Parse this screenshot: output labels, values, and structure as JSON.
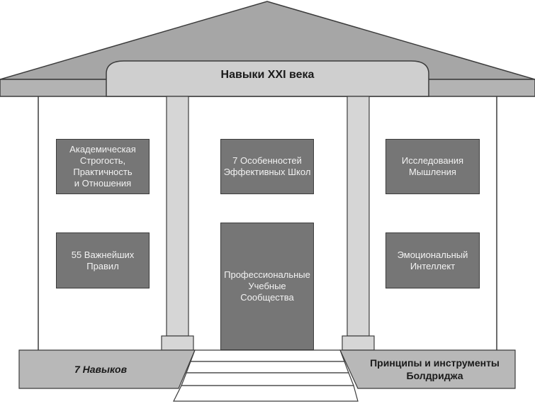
{
  "roof_title": "Навыки XXI века",
  "left_column": {
    "top_box": "Академическая\nСтрогость,\nПрактичность\nи Отношения",
    "bottom_box": "55 Важнейших\nПравил"
  },
  "center_column": {
    "top_box": "7 Особенностей\nЭффективных Школ",
    "door": "Профессиональные\nУчебные Сообщества"
  },
  "right_column": {
    "top_box": "Исследования\nМышления",
    "bottom_box": "Эмоциональный\nИнтеллект"
  },
  "foundation": {
    "left": "7 Навыков",
    "right": "Принципы и инструменты\nБолдриджа"
  },
  "colors": {
    "roof": "#a6a6a6",
    "banner": "#cfcfcf",
    "pillar": "#d6d6d6",
    "box": "#767676",
    "foundation": "#b8b8b8",
    "outline": "#3c3c3c"
  }
}
